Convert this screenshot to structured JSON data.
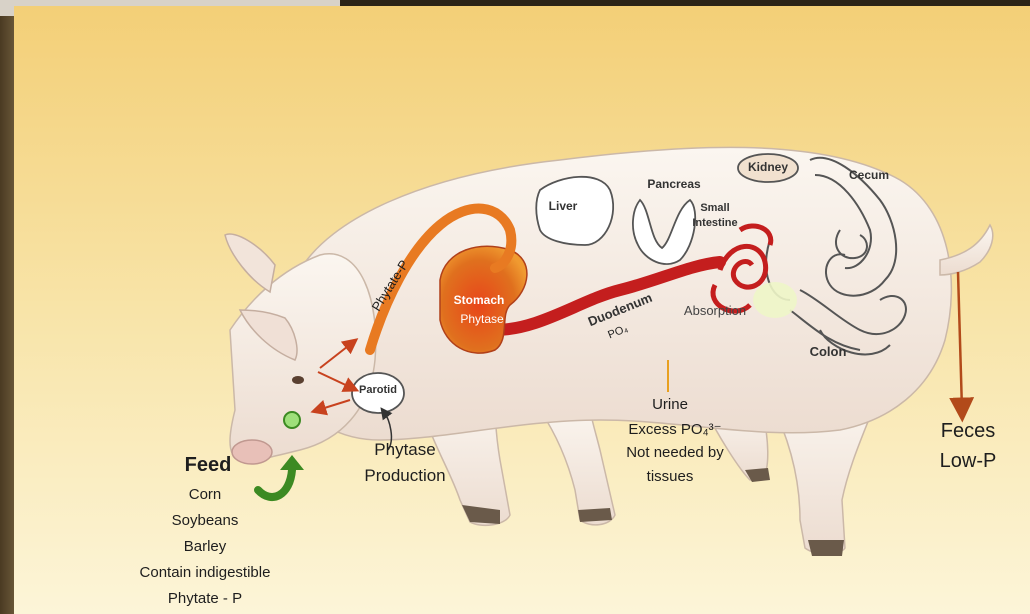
{
  "feed": {
    "title": "Feed",
    "items": [
      "Corn",
      "Soybeans",
      "Barley",
      "Contain indigestible",
      "Phytate - P"
    ]
  },
  "phytase_production": [
    "Phytase",
    "Production"
  ],
  "urine": [
    "Urine",
    "Excess PO₄³⁻",
    "Not needed by",
    "tissues"
  ],
  "feces": [
    "Feces",
    "Low-P"
  ],
  "organs": {
    "parotid": "Parotid",
    "stomach": "Stomach",
    "stomach_phytase": "Phytase",
    "phytate_p": "Phytate-P",
    "duodenum": "Duodenum",
    "po4": "PO₄",
    "absorption": "Absorption",
    "liver": "Liver",
    "pancreas": "Pancreas",
    "small_intestine": [
      "Small",
      "Intestine"
    ],
    "kidney": "Kidney",
    "cecum": "Cecum",
    "colon": "Colon"
  },
  "colors": {
    "background_top": "#f6d98c",
    "background_bottom": "#fbf3d2",
    "pig_body": "#f8f0e8",
    "stomach": "#d8561e",
    "gi_tract": "#c41e1e",
    "phytate_arrow": "#e87a22",
    "feed_arrow": "#3c8a22",
    "feces_arrow": "#b24a1a"
  }
}
